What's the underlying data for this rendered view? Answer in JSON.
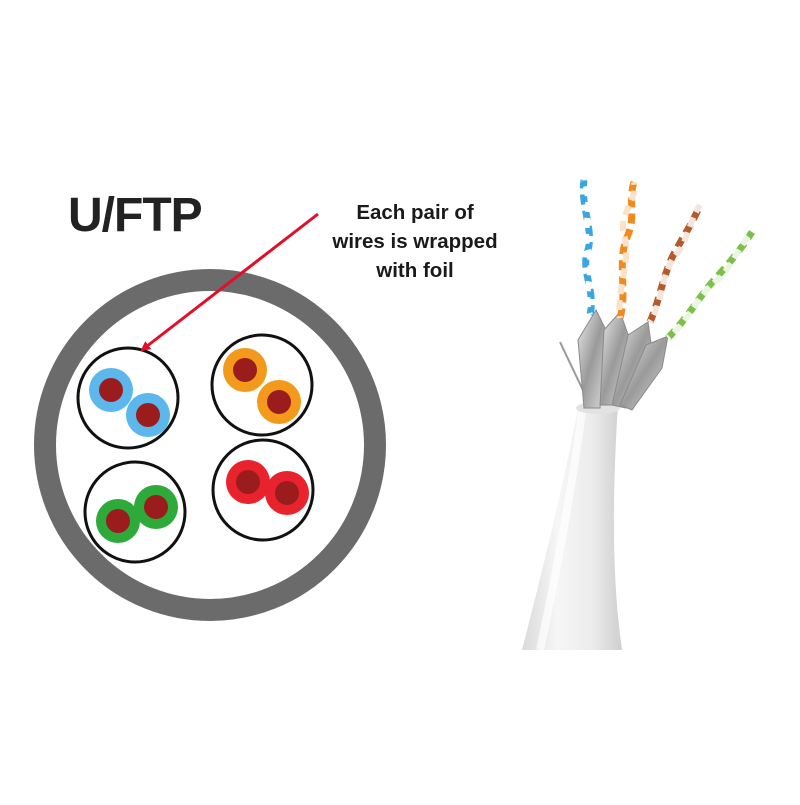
{
  "title": "U/FTP",
  "callout": {
    "line1": "Each pair of",
    "line2": "wires is wrapped",
    "line3": "with foil"
  },
  "colors": {
    "jacket": "#6b6b6b",
    "conductor": "#9b1c1c",
    "arrow": "#e0102a",
    "pairs": [
      "#5cb8ec",
      "#f39a1d",
      "#2eaa3a",
      "#e8232d"
    ],
    "cable_wires": [
      "#3aa6e0",
      "#f08a1e",
      "#b55a2a",
      "#7cc04a"
    ]
  },
  "pairs": [
    {
      "name": "blue-pair",
      "color": "#5cb8ec"
    },
    {
      "name": "orange-pair",
      "color": "#f39a1d"
    },
    {
      "name": "green-pair",
      "color": "#2eaa3a"
    },
    {
      "name": "red-pair",
      "color": "#e8232d"
    }
  ]
}
